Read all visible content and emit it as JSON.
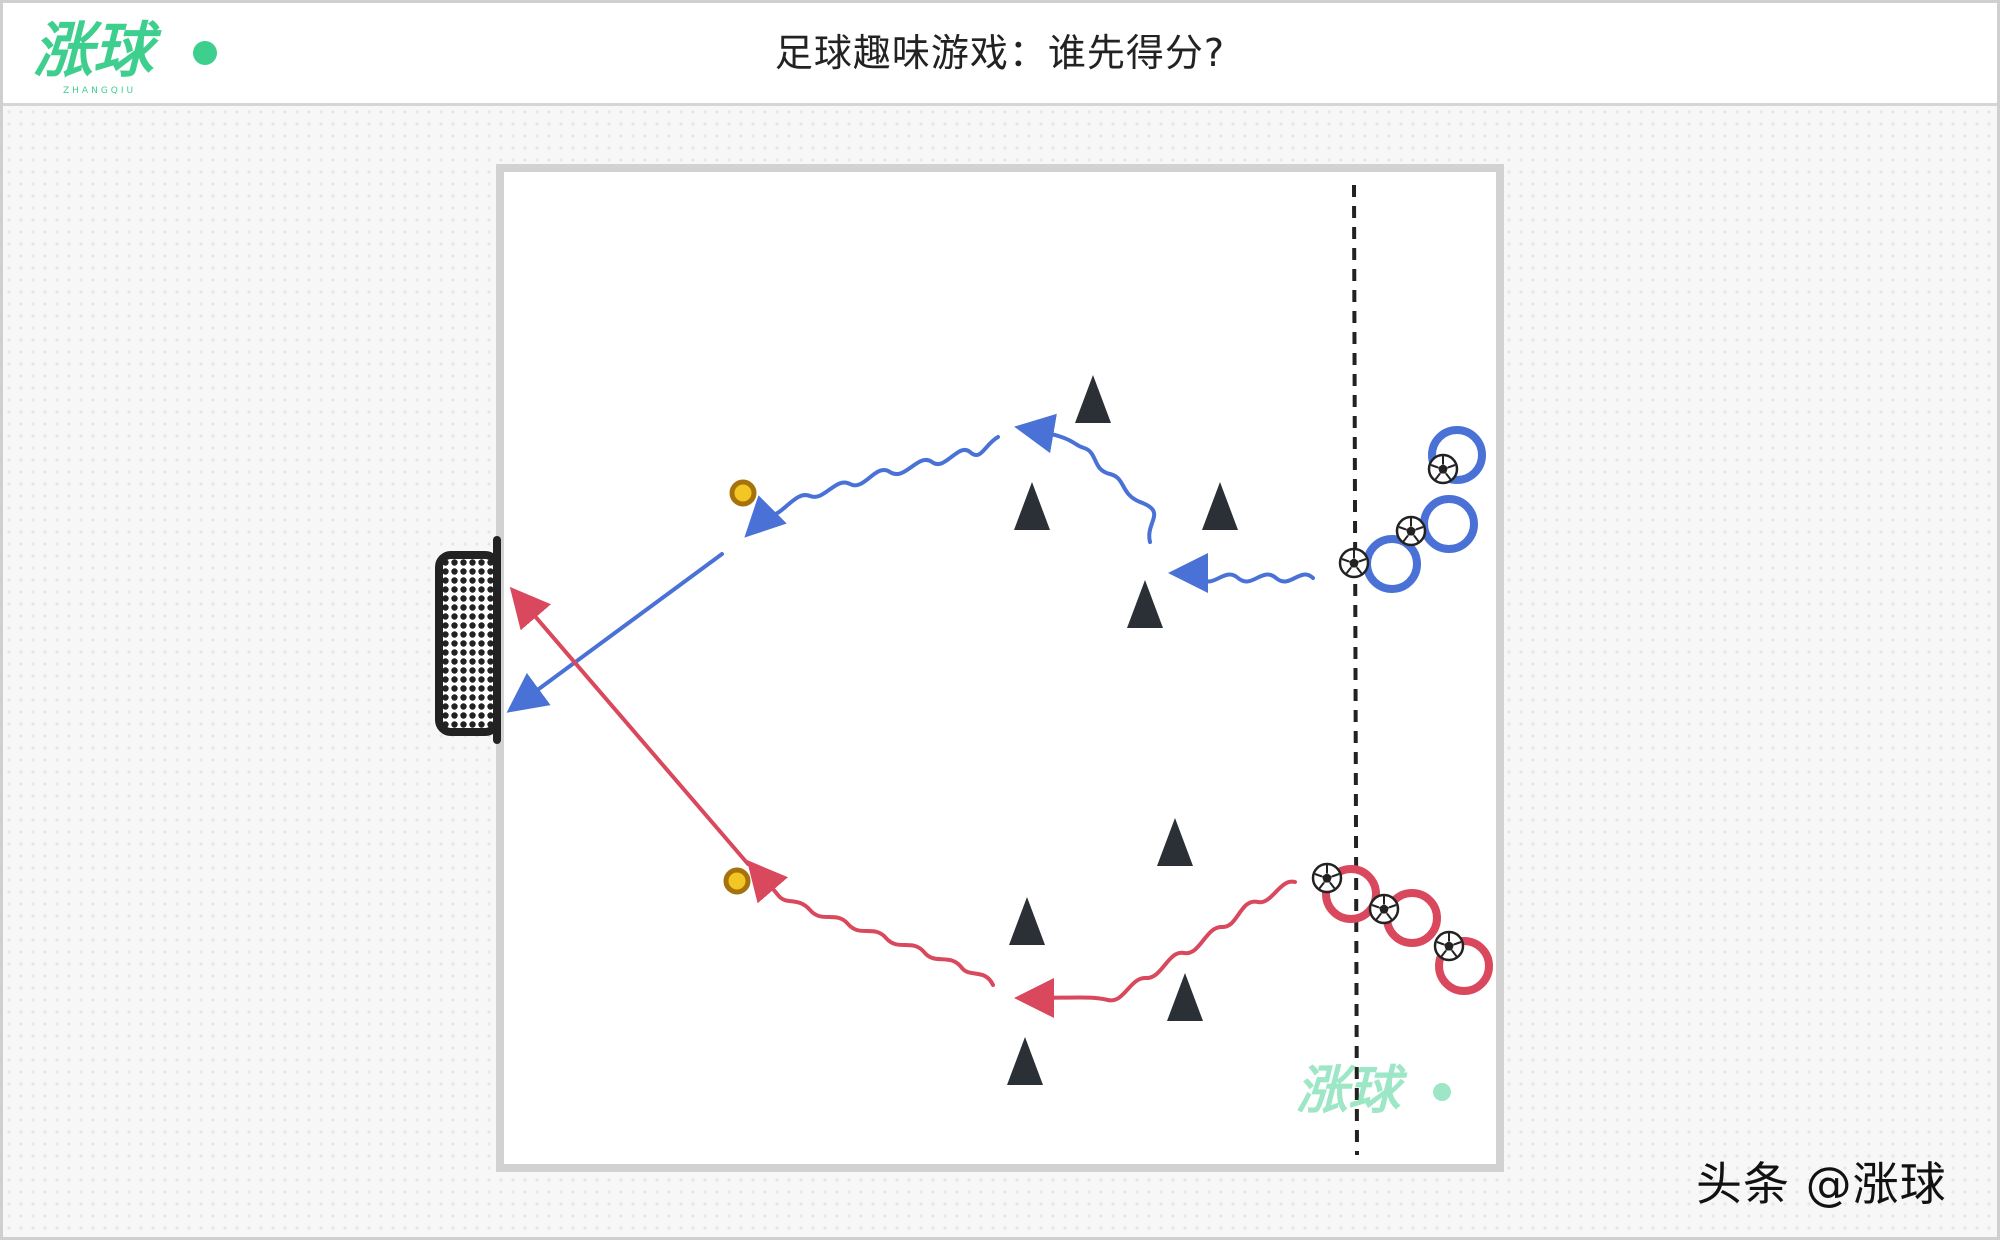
{
  "brand": {
    "logo_text": "涨球",
    "logo_subtext": "ZHANGQIU",
    "accent": "#3ecf8e"
  },
  "header": {
    "title": "足球趣味游戏：谁先得分?"
  },
  "watermark": {
    "credit": "头条 @涨球"
  },
  "colors": {
    "blue_team": "#4a72d6",
    "red_team": "#d9485c",
    "cone": "#2b2f36",
    "marker": "#b8860b"
  }
}
